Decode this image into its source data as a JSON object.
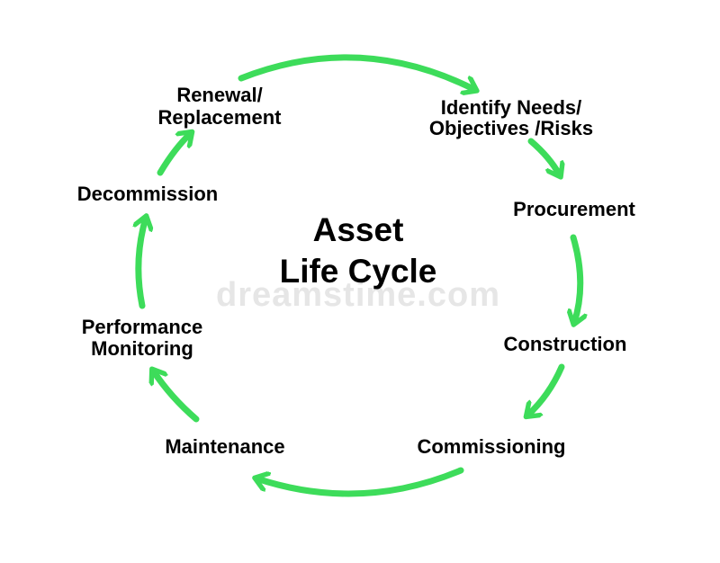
{
  "diagram": {
    "title_line1": "Asset",
    "title_line2": "Life Cycle",
    "watermark": "dreamstime.com",
    "accent_color": "#3ddc5a",
    "text_color": "#000000",
    "stages": {
      "identify_line1": "Identify Needs/",
      "identify_line2": "Objectives /Risks",
      "procurement": "Procurement",
      "construction": "Construction",
      "commissioning": "Commissioning",
      "maintenance": "Maintenance",
      "performance_line1": "Performance",
      "performance_line2": "Monitoring",
      "decommission": "Decommission",
      "renewal_line1": "Renewal/",
      "renewal_line2": "Replacement"
    }
  }
}
